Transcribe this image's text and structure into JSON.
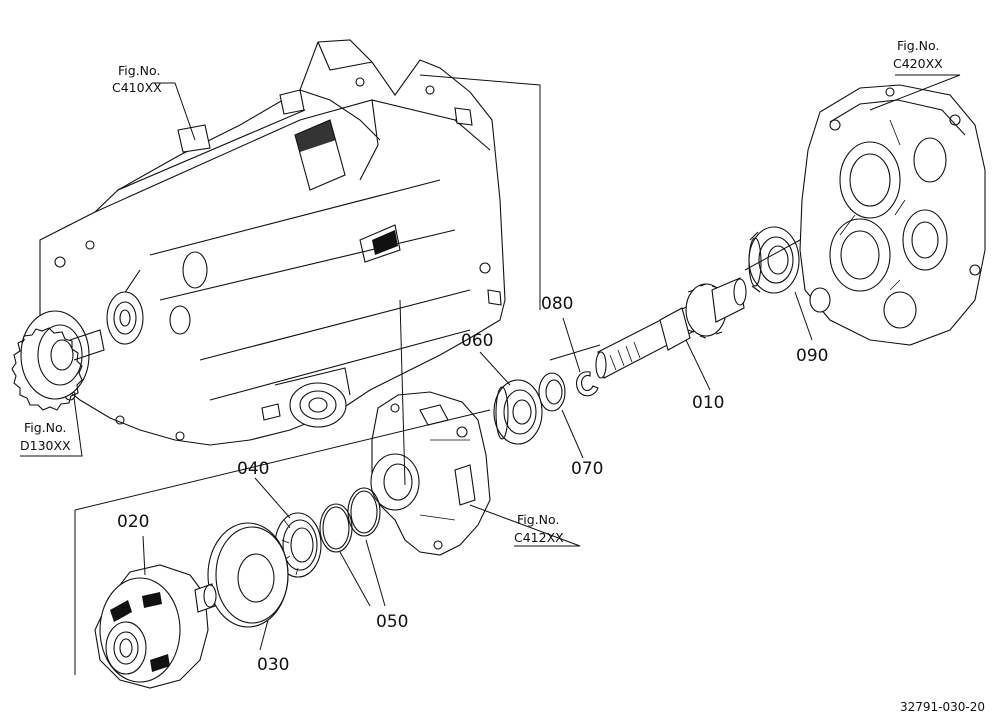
{
  "parts": [
    {
      "id": "part-010",
      "number": "010"
    },
    {
      "id": "part-020",
      "number": "020"
    },
    {
      "id": "part-030",
      "number": "030"
    },
    {
      "id": "part-040",
      "number": "040"
    },
    {
      "id": "part-050",
      "number": "050"
    },
    {
      "id": "part-060",
      "number": "060"
    },
    {
      "id": "part-070",
      "number": "070"
    },
    {
      "id": "part-080",
      "number": "080"
    },
    {
      "id": "part-090",
      "number": "090"
    }
  ],
  "figure_refs": [
    {
      "id": "fig-c410",
      "label": "Fig.No.",
      "code": "C410XX"
    },
    {
      "id": "fig-c420",
      "label": "Fig.No.",
      "code": "C420XX"
    },
    {
      "id": "fig-d130",
      "label": "Fig.No.",
      "code": "D130XX"
    },
    {
      "id": "fig-c412",
      "label": "Fig.No.",
      "code": "C412XX"
    }
  ],
  "drawing_code": "32791-030-20"
}
